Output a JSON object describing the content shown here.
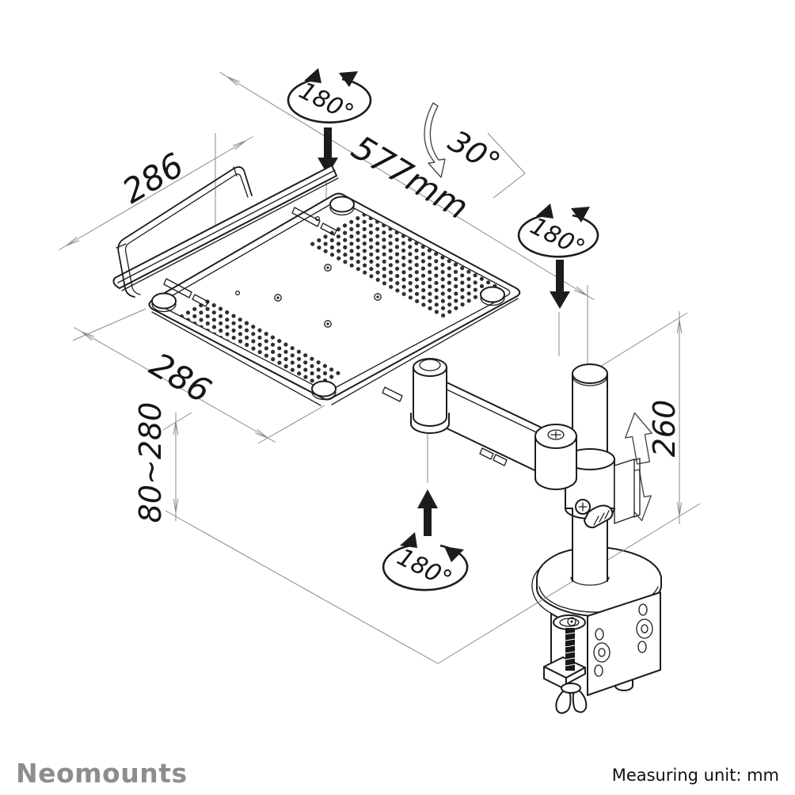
{
  "annotations": {
    "tray_width": "286",
    "tray_depth": "286",
    "arm_span": "577mm",
    "tilt_angle": "30°",
    "rotation_top": "180°",
    "rotation_right": "180°",
    "rotation_bottom": "180°",
    "height_range": "80~280",
    "pole_height": "260"
  },
  "footer": {
    "brand": "Neomounts",
    "note": "Measuring unit: mm"
  },
  "icons": {
    "rotation_arrow": "circular double-headed arrow ellipse",
    "solid_down_arrow": "filled downward arrow",
    "solid_up_arrow": "filled upward arrow",
    "tilt_arrow": "outline curved arrow",
    "height_up_arrow": "outline upward arrow",
    "height_down_arrow": "outline downward arrow"
  },
  "colors": {
    "background": "#ffffff",
    "line": "#1c1c1c",
    "dimension_line": "#8a8a8a",
    "text": "#111111",
    "brand_gray": "#8d8d8d"
  }
}
